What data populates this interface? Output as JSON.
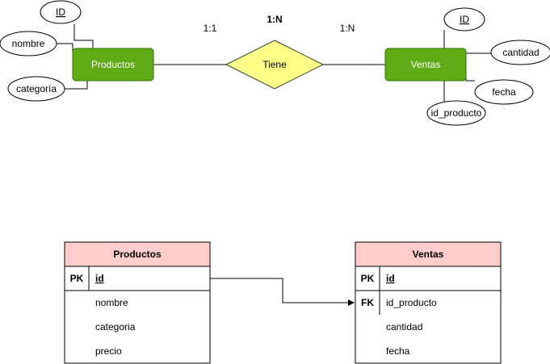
{
  "colors": {
    "entity_fill": "#60a917",
    "entity_stroke": "#2d7600",
    "relation_fill": "#ffff88",
    "relation_stroke": "#36393d",
    "table_header_fill": "#ffcccc",
    "line": "#000000",
    "white": "#ffffff"
  },
  "er": {
    "entity_left": "Productos",
    "entity_right": "Ventas",
    "relation": "Tiene",
    "card_left": "1:1",
    "card_center": "1:N",
    "card_right": "1:N",
    "attrs_left": {
      "id": "ID",
      "nombre": "nombre",
      "categoria": "categoría"
    },
    "attrs_right": {
      "id": "ID",
      "cantidad": "cantidad",
      "fecha": "fecha",
      "id_producto": "id_producto"
    }
  },
  "tables": {
    "productos": {
      "title": "Productos",
      "rows": [
        {
          "key": "PK",
          "field": "id"
        },
        {
          "key": "",
          "field": "nombre"
        },
        {
          "key": "",
          "field": "categoria"
        },
        {
          "key": "",
          "field": "precio"
        }
      ]
    },
    "ventas": {
      "title": "Ventas",
      "rows": [
        {
          "key": "PK",
          "field": "id"
        },
        {
          "key": "FK",
          "field": "id_producto"
        },
        {
          "key": "",
          "field": "cantidad"
        },
        {
          "key": "",
          "field": "fecha"
        }
      ]
    }
  }
}
